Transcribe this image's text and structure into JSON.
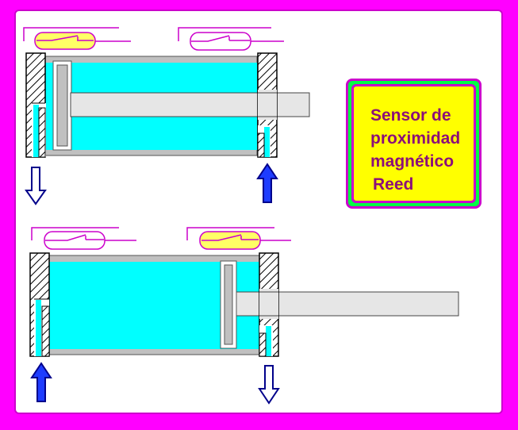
{
  "label": {
    "line1": "Sensor de",
    "line2": "proximidad",
    "line3": "magnético",
    "line4": "Reed"
  },
  "colors": {
    "background": "#ff00ff",
    "frame_border": "#cc00cc",
    "fluid": "#00ffff",
    "rod": "#e6e6e6",
    "sensor_active": "#ffff66",
    "sensor_inactive": "#ffffff",
    "arrow_outline": "#00008b",
    "arrow_fill_active": "#1e3cff",
    "title_text": "#8b0f7a"
  },
  "diagram": {
    "top_cylinder": {
      "state": "retracted",
      "left_sensor": "active",
      "right_sensor": "inactive",
      "left_port_flow": "out",
      "right_port_flow": "in"
    },
    "bottom_cylinder": {
      "state": "extended",
      "left_sensor": "inactive",
      "right_sensor": "active",
      "left_port_flow": "in",
      "right_port_flow": "out"
    }
  }
}
